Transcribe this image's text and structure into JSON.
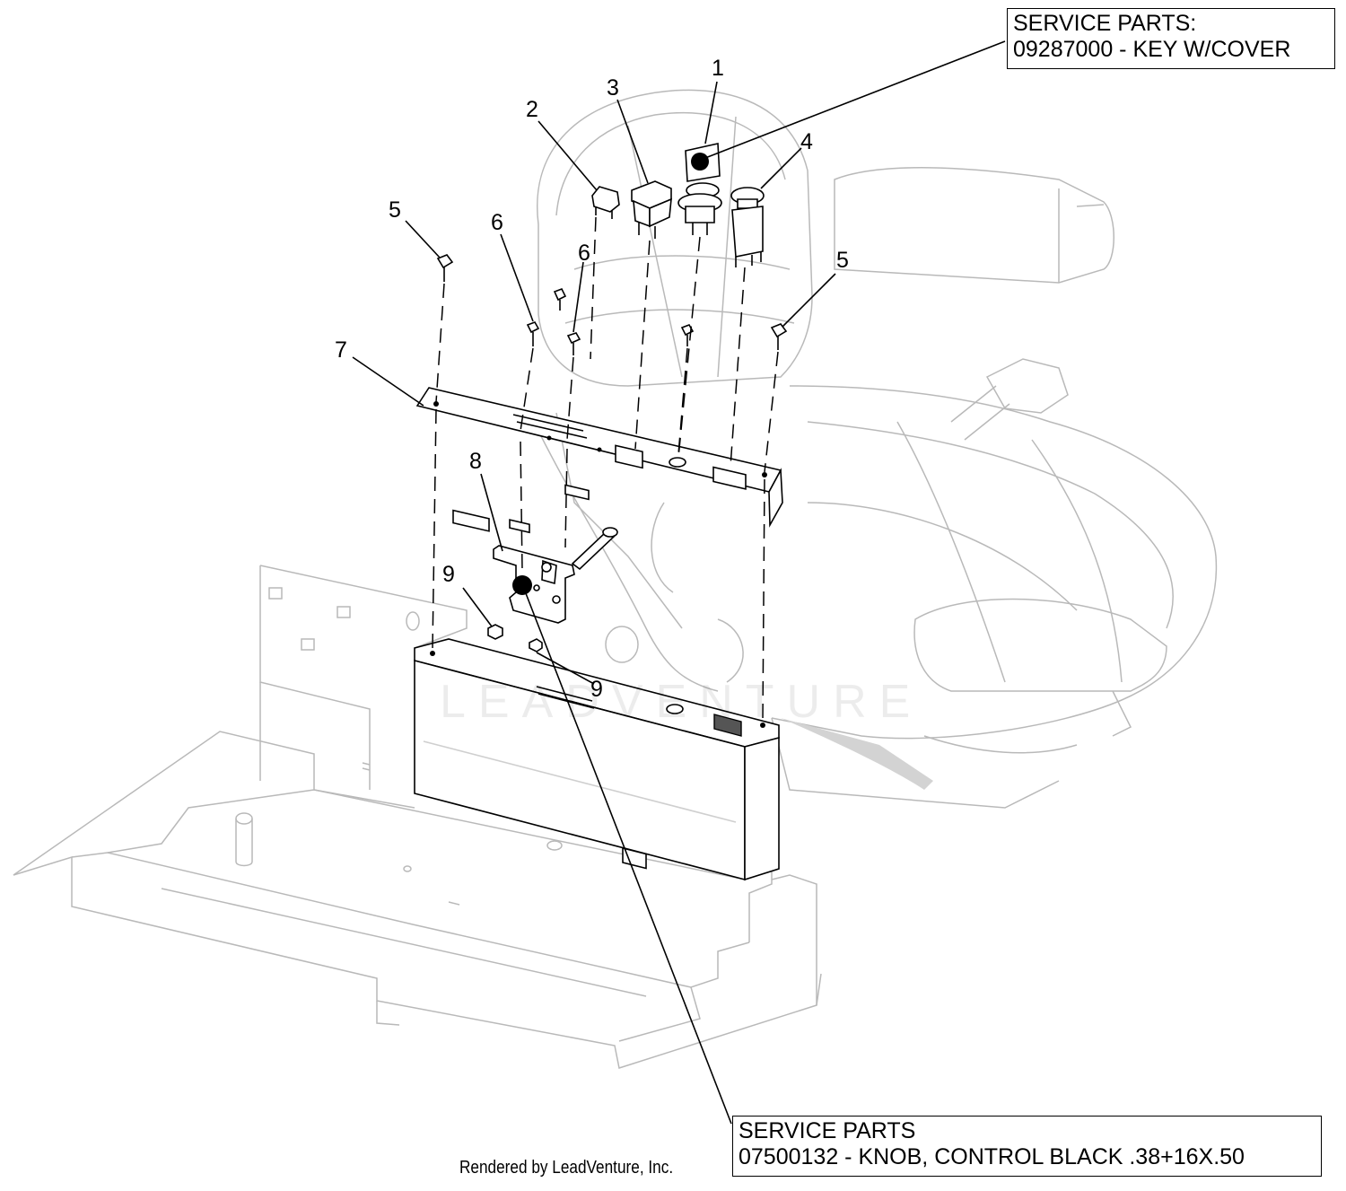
{
  "service_top": {
    "line1": "SERVICE PARTS:",
    "line2": "09287000 - KEY W/COVER"
  },
  "service_bottom": {
    "line1": "SERVICE PARTS",
    "line2": "07500132 - KNOB, CONTROL BLACK .38+16X.50"
  },
  "footer": "Rendered by LeadVenture, Inc.",
  "watermark": "LEADVENTURE",
  "callouts": [
    "1",
    "2",
    "3",
    "4",
    "5",
    "5",
    "6",
    "6",
    "7",
    "8",
    "9",
    "9"
  ]
}
